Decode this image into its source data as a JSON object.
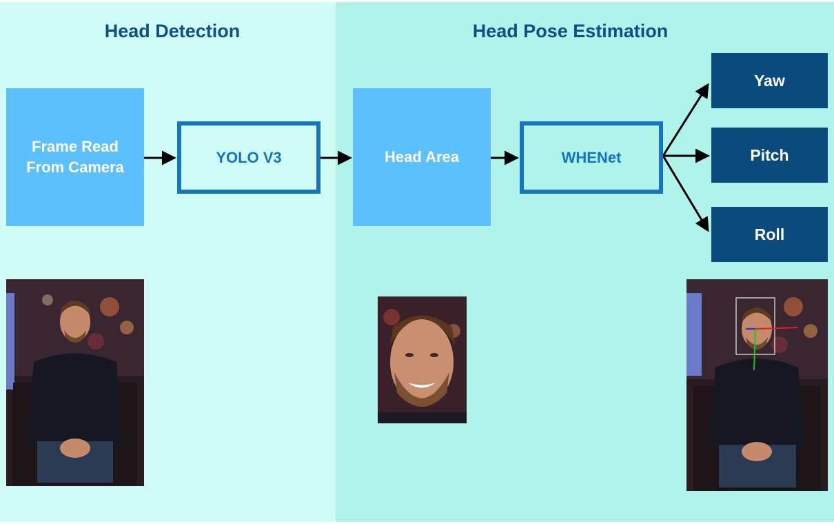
{
  "sections": {
    "left_title": "Head Detection",
    "right_title": "Head Pose Estimation"
  },
  "nodes": {
    "frame": "Frame Read\nFrom Camera",
    "yolo": "YOLO V3",
    "head_area": "Head Area",
    "whenet": "WHENet",
    "yaw": "Yaw",
    "pitch": "Pitch",
    "roll": "Roll"
  },
  "colors": {
    "left_panel": "#cffcf6",
    "right_panel": "#b0f3ea",
    "title": "#0d4f86",
    "light_box": "#5bc0fb",
    "outline_box": "#1575be",
    "dark_box": "#0a4a7c"
  },
  "images": {
    "left": "person-seated-photo",
    "middle": "head-crop-photo",
    "right": "pose-annotated-photo"
  }
}
